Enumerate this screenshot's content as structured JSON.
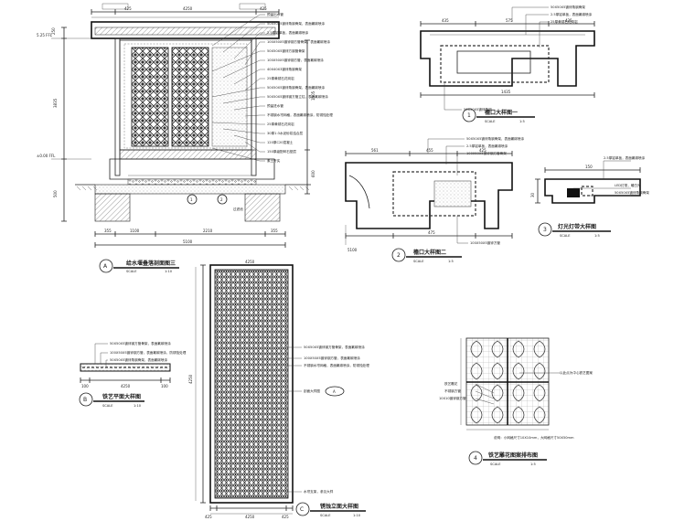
{
  "section_A": {
    "title": "给水堰叠落剖面图三",
    "letter": "A",
    "scale": "SCALE",
    "ratio": "1:10",
    "top_dims": [
      "425",
      "4250",
      "425"
    ],
    "bottom_dims": [
      "355",
      "1100",
      "2210",
      "355"
    ],
    "total_dim": "5100",
    "level_top": "5.25 FFL",
    "level_bottom": "±0.00 FFL",
    "left_dims": [
      "250",
      "3835",
      "500"
    ],
    "right_dims": [
      "1505",
      "600"
    ],
    "notes": [
      "预留出水管",
      "50X50X5镀锌角钢骨架，表面氟碳喷涂",
      "2.5厚铝单板，表面氟碳喷涂",
      "100X50X5镀锌钢方管骨架，表面氟碳喷涂",
      "50X50X5镀锌方钢管骨架",
      "100X50X5镀锌钢方管，表面氟碳喷涂",
      "40X40X3镀锌角钢骨架",
      "25厚黄锈石花岗岩",
      "50X50X5镀锌角钢骨架，表面氟碳喷涂",
      "50X50X5镀锌钢方管立柱，表面氟碳喷涂",
      "预留进水管",
      "不锈钢水帘网格，表面氟碳喷涂，防锈蚀处理",
      "25厚黄锈石花岗岩",
      "30厚1:3水泥砂浆结合层",
      "120厚C20混凝土",
      "150厚级配碎石垫层",
      "素土夯实"
    ],
    "callouts": [
      "1",
      "2"
    ],
    "filter_label": "过滤池"
  },
  "detail_1": {
    "title": "檐口大样图一",
    "number": "1",
    "scale": "SCALE",
    "ratio": "1:5",
    "notes": [
      "50X50X5镀锌角钢骨架",
      "2.5厚铝单板，表面氟碳喷涂",
      "25厚黄锈石花岗岩"
    ],
    "dims": [
      "435",
      "575",
      "425",
      "1435"
    ],
    "bottom_note": "50X50X5镀锌角钢"
  },
  "detail_2": {
    "title": "檐口大样图二",
    "number": "2",
    "scale": "SCALE",
    "ratio": "1:5",
    "notes": [
      "50X50X5镀锌角钢骨架，表面氟碳喷涂",
      "2.5厚铝单板，表面氟碳喷涂",
      "100X50X5镀锌钢方管骨架"
    ],
    "dims": [
      "561",
      "455",
      "425",
      "475",
      "5100"
    ],
    "bottom_note": "100X50X5镀锌方管"
  },
  "detail_3": {
    "title": "灯光灯带大样图",
    "number": "3",
    "scale": "SCALE",
    "ratio": "1:5",
    "notes": [
      "2.5厚铝单板，表面氟碳喷涂",
      "LED灯带，暖白光",
      "50X50X5镀锌角钢骨架"
    ],
    "dims": [
      "150",
      "30"
    ]
  },
  "detail_B": {
    "title": "铁艺平面大样图",
    "letter": "B",
    "scale": "SCALE",
    "ratio": "1:10",
    "notes": [
      "50X50X5镀锌钢方管骨架，表面氟碳喷涂",
      "100X50X5镀锌钢方管，表面氟碳喷涂，防锈蚀处理",
      "50X50X5镀锌角钢骨架，表面氟碳喷涂"
    ],
    "dims": [
      "100",
      "4250",
      "100"
    ]
  },
  "elevation_C": {
    "title": "锈蚀立面大样图",
    "letter": "C",
    "scale": "SCALE",
    "ratio": "1:10",
    "notes": [
      "50X50X5镀锌钢方管骨架，表面氟碳喷涂",
      "100X50X5镀锌钢方管，表面氟碳喷涂",
      "不锈钢水帘网格，表面氟碳喷涂，防锈蚀处理",
      "水帘支架，参见大样"
    ],
    "callout": "A",
    "section_label": "剖面大样图",
    "top_dim": "4250",
    "side_dim": "4250",
    "bottom_dims": [
      "425",
      "4250",
      "425"
    ]
  },
  "detail_4": {
    "title": "铁艺雕花图案排布图",
    "number": "4",
    "scale": "SCALE",
    "ratio": "1:5",
    "left_labels": [
      "铁艺雕花",
      "不锈钢方管",
      "10X10镀锌钢方管"
    ],
    "right_label": "以此点为中心铁艺图案",
    "footnote": "说明：小网格尺寸10X10mm，大网格尺寸50X50mm"
  }
}
